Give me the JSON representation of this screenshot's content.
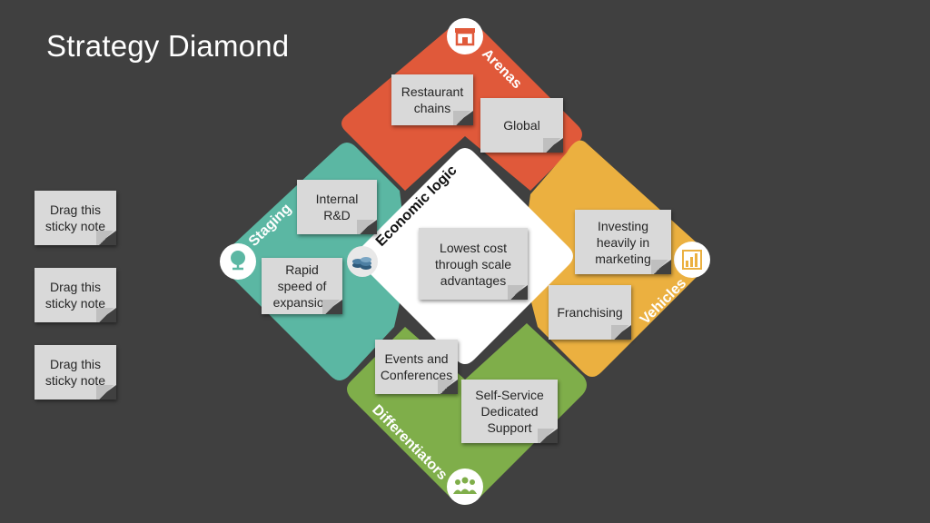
{
  "title": "Strategy Diamond",
  "center": {
    "label": "Economic logic",
    "note": "Lowest cost\nthrough scale\nadvantages"
  },
  "segments": {
    "arenas": {
      "label": "Arenas",
      "color": "#e0593a",
      "icon": "storefront-icon",
      "notes": [
        "Restaurant\nchains",
        "Global"
      ]
    },
    "vehicles": {
      "label": "Vehicles",
      "color": "#ebb040",
      "icon": "bar-chart-icon",
      "notes": [
        "Investing\nheavily in\nmarketing",
        "Franchising"
      ]
    },
    "differentiators": {
      "label": "Differentiators",
      "color": "#7fae4a",
      "icon": "people-group-icon",
      "notes": [
        "Events and\nConferences",
        "Self-Service\nDedicated\nSupport"
      ]
    },
    "staging": {
      "label": "Staging",
      "color": "#5bb7a3",
      "icon": "globe-stand-icon",
      "notes": [
        "Internal\nR&D",
        "Rapid\nspeed of\nexpansion"
      ]
    }
  },
  "center_icon": "coins-icon",
  "sidebar_notes": [
    "Drag this\nsticky note",
    "Drag this\nsticky note",
    "Drag this\nsticky note"
  ]
}
